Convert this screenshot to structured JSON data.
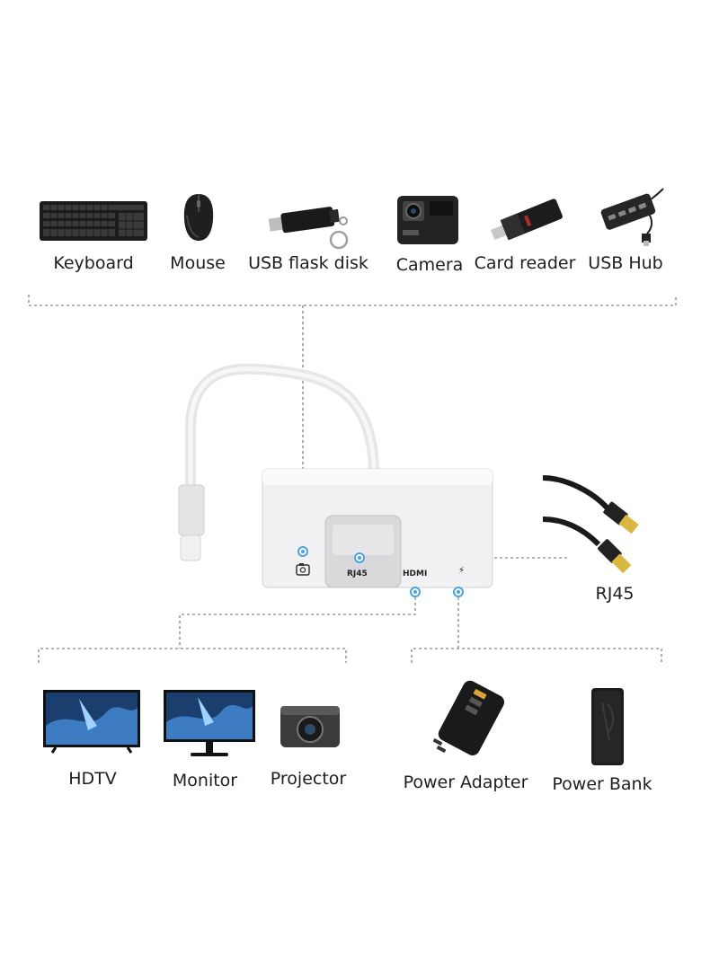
{
  "top_devices": [
    {
      "label": "Keyboard",
      "icon": "keyboard-icon"
    },
    {
      "label": "Mouse",
      "icon": "mouse-icon"
    },
    {
      "label": "USB flask disk",
      "icon": "usb-flash-drive-icon"
    },
    {
      "label": "Camera",
      "icon": "action-camera-icon"
    },
    {
      "label": "Card reader",
      "icon": "card-reader-icon"
    },
    {
      "label": "USB Hub",
      "icon": "usb-hub-icon"
    }
  ],
  "adapter": {
    "ports": {
      "rj45": "RJ45",
      "hdmi": "HDMI",
      "power": "⚡",
      "usb": "⎘"
    }
  },
  "rj45_cable": {
    "label": "RJ45"
  },
  "display_devices": [
    {
      "label": "HDTV",
      "icon": "tv-icon"
    },
    {
      "label": "Monitor",
      "icon": "monitor-icon"
    },
    {
      "label": "Projector",
      "icon": "projector-icon"
    }
  ],
  "power_devices": [
    {
      "label": "Power Adapter",
      "icon": "power-adapter-icon"
    },
    {
      "label": "Power Bank",
      "icon": "power-bank-icon"
    }
  ],
  "colors": {
    "connector_dot": "#4aa3df",
    "dotted_line": "#9a9a9a",
    "adapter_body": "#f1f1f3"
  }
}
